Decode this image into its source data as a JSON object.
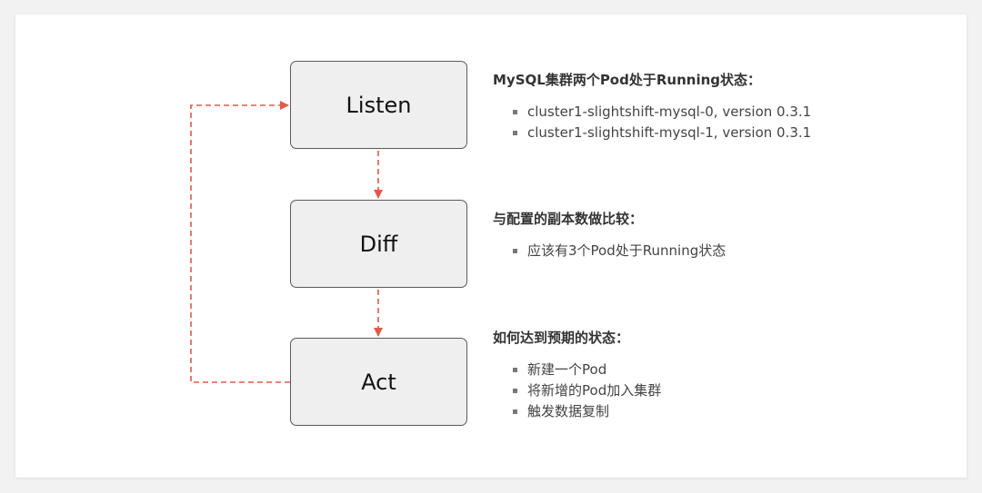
{
  "diagram": {
    "stages": [
      {
        "label": "Listen"
      },
      {
        "label": "Diff"
      },
      {
        "label": "Act"
      }
    ],
    "arrow_color": "#e05a4a"
  },
  "notes": [
    {
      "title": "MySQL集群两个Pod处于Running状态：",
      "items": [
        "cluster1-slightshift-mysql-0, version 0.3.1",
        "cluster1-slightshift-mysql-1, version 0.3.1"
      ]
    },
    {
      "title": "与配置的副本数做比较：",
      "items": [
        "应该有3个Pod处于Running状态"
      ]
    },
    {
      "title": "如何达到预期的状态：",
      "items": [
        "新建一个Pod",
        "将新增的Pod加入集群",
        "触发数据复制"
      ]
    }
  ]
}
